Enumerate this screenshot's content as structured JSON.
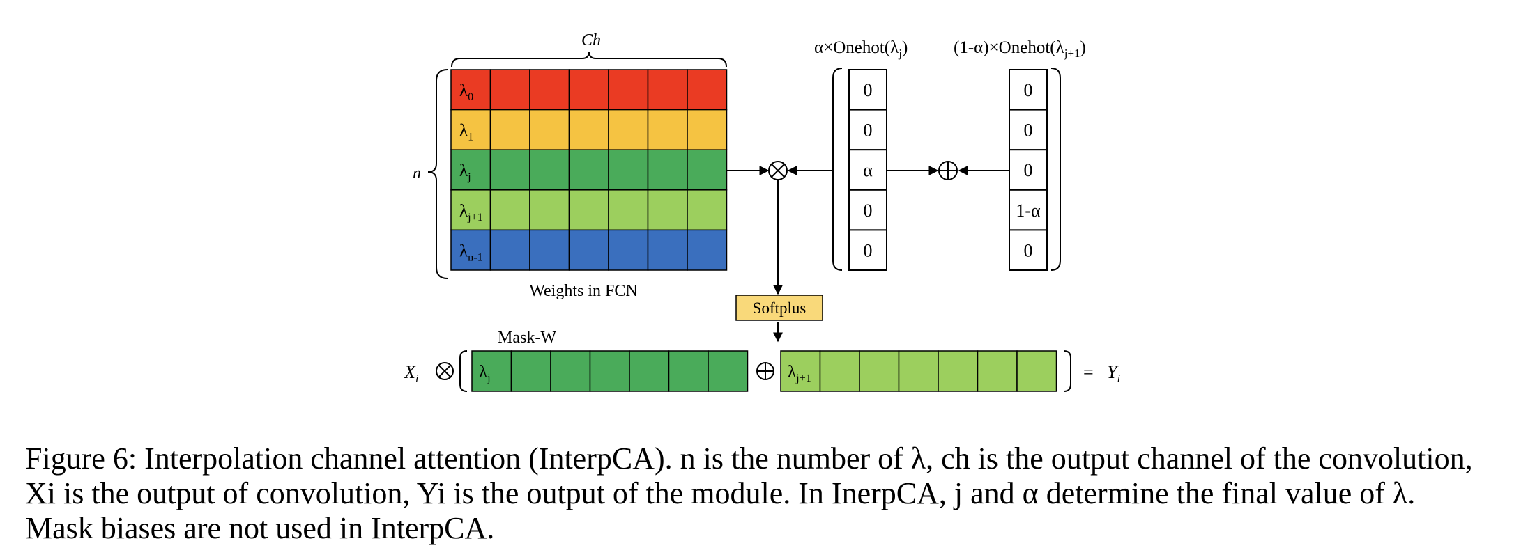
{
  "colors": {
    "row0": "#ea3b23",
    "row1": "#f5c342",
    "row2": "#4aab5a",
    "row3": "#9ccf5e",
    "row4": "#3a6fbe",
    "softplus_box": "#f9d97a"
  },
  "icons": [
    "multiply-circle-icon",
    "plus-circle-icon"
  ],
  "diagram": {
    "ch_label": "Ch",
    "n_label": "n",
    "weights_caption": "Weights in FCN",
    "row_labels": [
      {
        "base": "λ",
        "sub": "0"
      },
      {
        "base": "λ",
        "sub": "1"
      },
      {
        "base": "λ",
        "sub": "j"
      },
      {
        "base": "λ",
        "sub": "j+1"
      },
      {
        "base": "λ",
        "sub": "n-1"
      }
    ],
    "onehot_j": {
      "label_prefix": "α×Onehot(λ",
      "label_sub": "j",
      "label_suffix": ")",
      "values": [
        "0",
        "0",
        "α",
        "0",
        "0"
      ]
    },
    "onehot_j1": {
      "label_prefix": "(1-α)×Onehot(λ",
      "label_sub": "j+1",
      "label_suffix": ")",
      "values": [
        "0",
        "0",
        "0",
        "1-α",
        "0"
      ]
    },
    "softplus_label": "Softplus",
    "mask_label": "Mask-W",
    "xi_base": "X",
    "xi_sub": "i",
    "mask_row1": {
      "base": "λ",
      "sub": "j"
    },
    "mask_row2": {
      "base": "λ",
      "sub": "j+1"
    },
    "equals": "=",
    "yi_base": "Y",
    "yi_sub": "i"
  },
  "caption": {
    "lines": [
      "Figure 6: Interpolation channel attention (InterpCA). n is the number of λ, ch is the output channel of the convolution,",
      "Xi is the output of convolution, Yi is the output of the module. In InerpCA, j and α determine the final value of λ.",
      "Mask biases are not used in InterpCA."
    ]
  }
}
